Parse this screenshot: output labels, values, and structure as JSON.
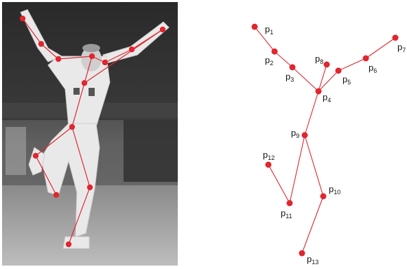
{
  "colors": {
    "accent": "#e0262e",
    "ink": "#111111",
    "photo_bg": "#1a1a1a"
  },
  "photo": {
    "skeleton_links": [
      [
        0,
        1
      ],
      [
        1,
        2
      ],
      [
        2,
        3
      ],
      [
        3,
        4
      ],
      [
        4,
        5
      ],
      [
        5,
        6
      ],
      [
        6,
        7
      ],
      [
        3,
        8
      ],
      [
        8,
        9
      ],
      [
        9,
        10
      ],
      [
        8,
        11
      ],
      [
        11,
        12
      ]
    ]
  },
  "skeleton": {
    "points": [
      {
        "id": "p1",
        "letter": "p",
        "index": "1"
      },
      {
        "id": "p2",
        "letter": "p",
        "index": "2"
      },
      {
        "id": "p3",
        "letter": "p",
        "index": "3"
      },
      {
        "id": "p4",
        "letter": "p",
        "index": "4"
      },
      {
        "id": "p5",
        "letter": "p",
        "index": "5"
      },
      {
        "id": "p6",
        "letter": "p",
        "index": "6"
      },
      {
        "id": "p7",
        "letter": "p",
        "index": "7"
      },
      {
        "id": "p8",
        "letter": "p",
        "index": "8"
      },
      {
        "id": "p9",
        "letter": "p",
        "index": "9"
      },
      {
        "id": "p10",
        "letter": "p",
        "index": "10"
      },
      {
        "id": "p11",
        "letter": "p",
        "index": "11"
      },
      {
        "id": "p12",
        "letter": "p",
        "index": "12"
      },
      {
        "id": "p13",
        "letter": "p",
        "index": "13"
      }
    ],
    "edges": [
      [
        "p1",
        "p2"
      ],
      [
        "p2",
        "p3"
      ],
      [
        "p3",
        "p4"
      ],
      [
        "p4",
        "p8"
      ],
      [
        "p4",
        "p5"
      ],
      [
        "p5",
        "p6"
      ],
      [
        "p6",
        "p7"
      ],
      [
        "p4",
        "p9"
      ],
      [
        "p9",
        "p11"
      ],
      [
        "p11",
        "p12"
      ],
      [
        "p9",
        "p10"
      ],
      [
        "p10",
        "p13"
      ]
    ]
  }
}
